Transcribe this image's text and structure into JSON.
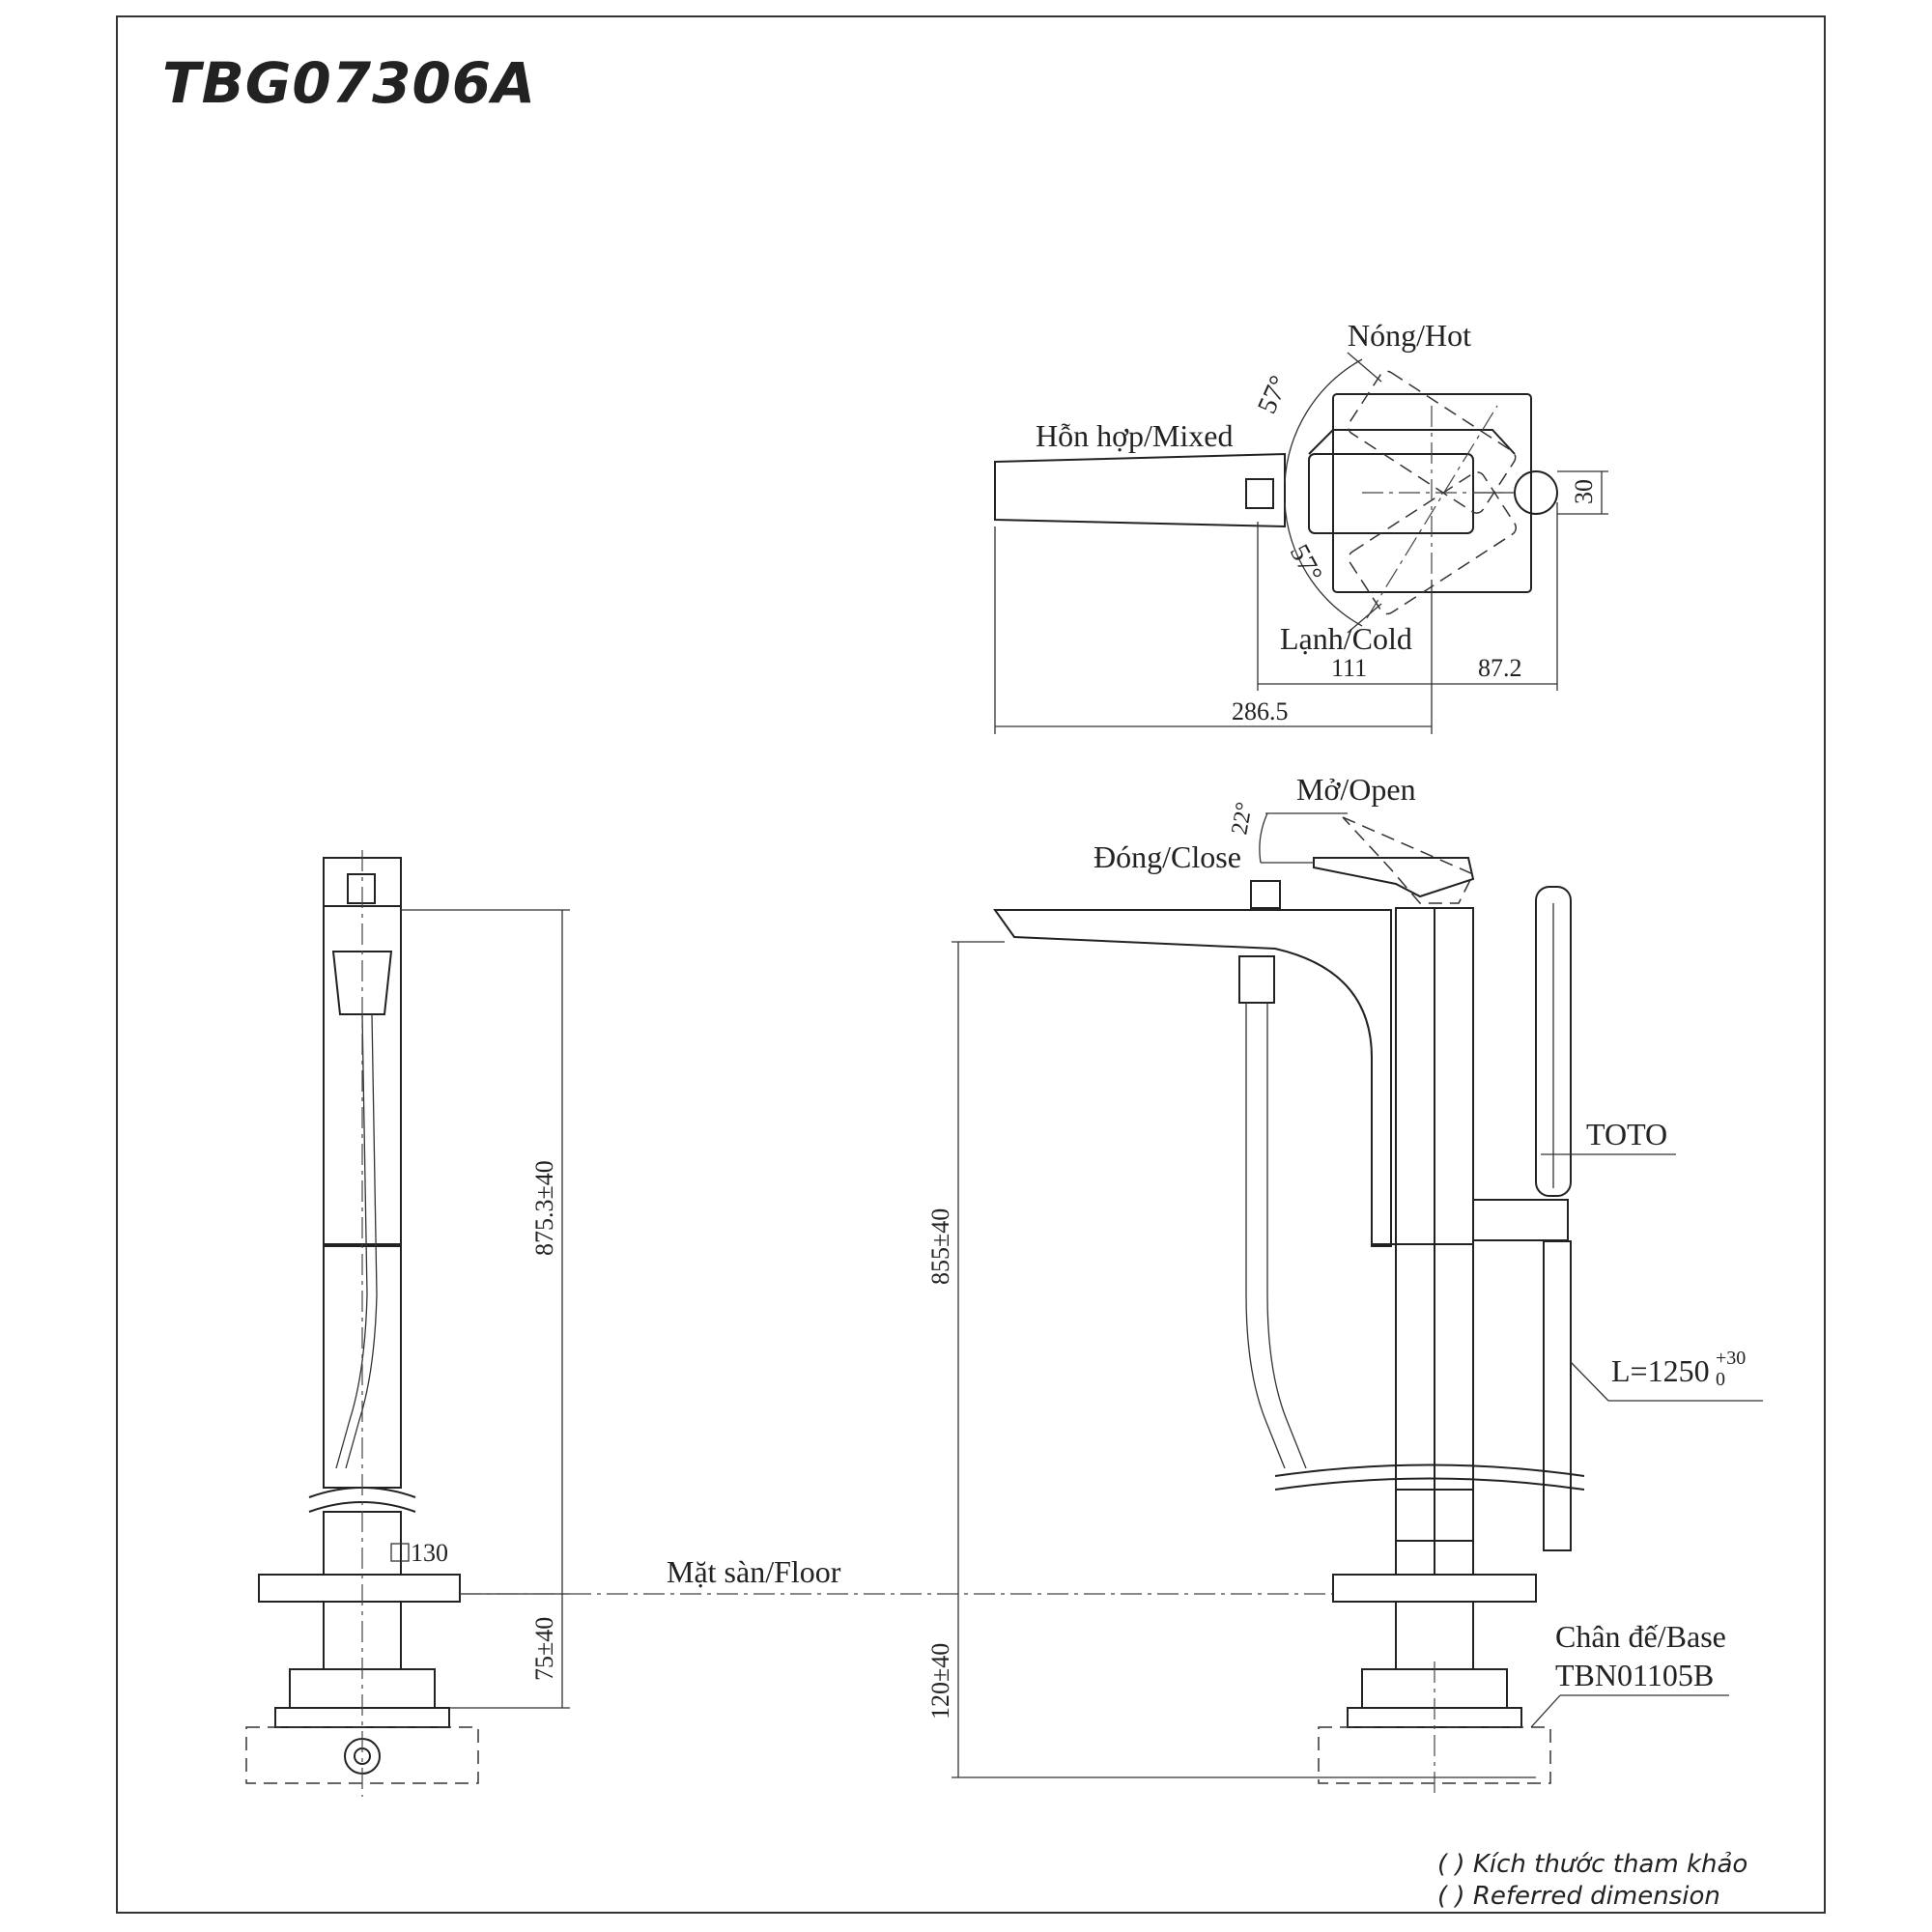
{
  "model": "TBG07306A",
  "top_view": {
    "hot": "Nóng/Hot",
    "mixed": "Hỗn hợp/Mixed",
    "cold": "Lạnh/Cold",
    "angle_hot": "57°",
    "angle_cold": "57°",
    "dim_111": "111",
    "dim_87_2": "87.2",
    "dim_286_5": "286.5",
    "dim_30": "30"
  },
  "side_view": {
    "open": "Mở/Open",
    "close": "Đóng/Close",
    "angle": "22°",
    "brand": "TOTO",
    "hose_length": "L=1250",
    "hose_tol_upper": "+30",
    "hose_tol_lower": "0",
    "dim_height_right": "855±40",
    "dim_base_right": "120±40",
    "base_label": "Chân đế/Base",
    "base_model": "TBN01105B"
  },
  "front_view": {
    "dim_height_left": "875.3±40",
    "dim_base_left": "75±40",
    "square_size": "130"
  },
  "floor_label": "Mặt sàn/Floor",
  "notes": {
    "vi": "( ) Kích thước tham khảo",
    "en": "( ) Referred dimension"
  }
}
